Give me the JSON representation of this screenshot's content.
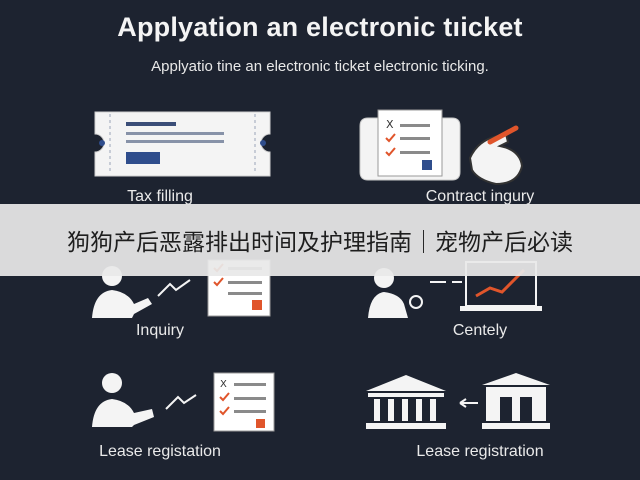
{
  "header": {
    "title": "Applyation an electronic tıicket",
    "subtitle": "Applyatio tine an electronic ticket electronic ticking."
  },
  "items": [
    {
      "label": "Tax filling",
      "icon": "ticket-icon"
    },
    {
      "label": "Contract ingury",
      "icon": "contract-hand-icon"
    },
    {
      "label": "Inquiry",
      "icon": "person-document-icon"
    },
    {
      "label": "Centely",
      "icon": "person-laptop-chart-icon"
    },
    {
      "label": "Lease registation",
      "icon": "person-checklist-icon"
    },
    {
      "label": "Lease registration",
      "icon": "bank-building-icon"
    }
  ],
  "banner": {
    "text": "狗狗产后恶露排出时间及护理指南｜宠物产后必读"
  },
  "colors": {
    "background": "#1d2330",
    "accent_orange": "#e0552b",
    "accent_blue": "#2f4d8c"
  }
}
